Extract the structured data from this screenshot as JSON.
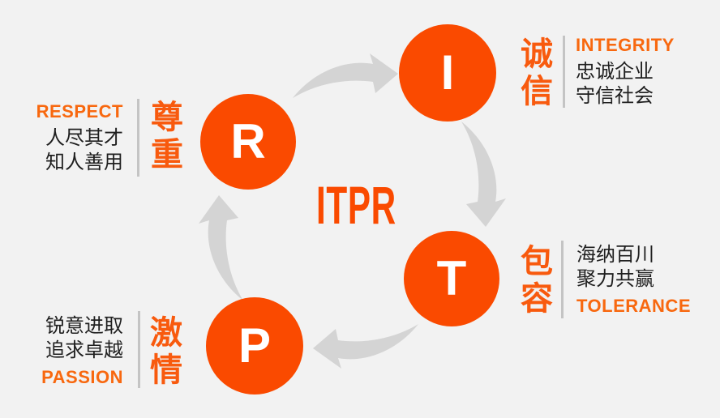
{
  "center_title": "ITPR",
  "items": {
    "integrity": {
      "letter": "I",
      "cn": "诚信",
      "en": "INTEGRITY",
      "line1": "忠诚企业",
      "line2": "守信社会"
    },
    "tolerance": {
      "letter": "T",
      "cn": "包容",
      "en": "TOLERANCE",
      "line1": "海纳百川",
      "line2": "聚力共赢"
    },
    "passion": {
      "letter": "P",
      "cn": "激情",
      "en": "PASSION",
      "line1": "锐意进取",
      "line2": "追求卓越"
    },
    "respect": {
      "letter": "R",
      "cn": "尊重",
      "en": "RESPECT",
      "line1": "人尽其才",
      "line2": "知人善用"
    }
  },
  "cycle_order": [
    "R",
    "I",
    "T",
    "P"
  ],
  "icons": {
    "arrows": [
      "curved-arrow-right-icon",
      "curved-arrow-down-icon",
      "curved-arrow-left-icon",
      "curved-arrow-up-icon"
    ]
  },
  "colors": {
    "background": "#f2f2f2",
    "circle_orange": "#fa4a00",
    "accent_orange": "#f8680f",
    "cn_word_orange": "#f85a0e",
    "dark_text": "#1f1f1f",
    "arrow_gray": "#d4d4d4",
    "divider_gray": "#c4c4c4",
    "circle_letter": "#ffffff"
  }
}
